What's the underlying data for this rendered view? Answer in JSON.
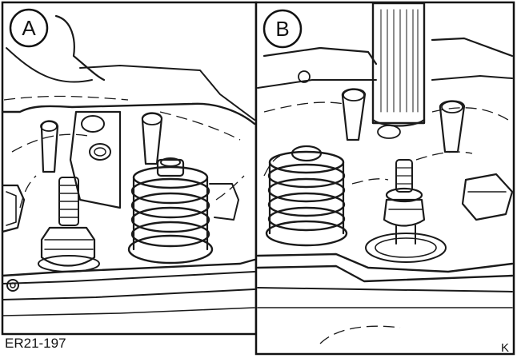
{
  "figure": {
    "panel_a_label": "A",
    "panel_b_label": "B",
    "reference_code": "ER21-197",
    "corner_mark": "K"
  }
}
